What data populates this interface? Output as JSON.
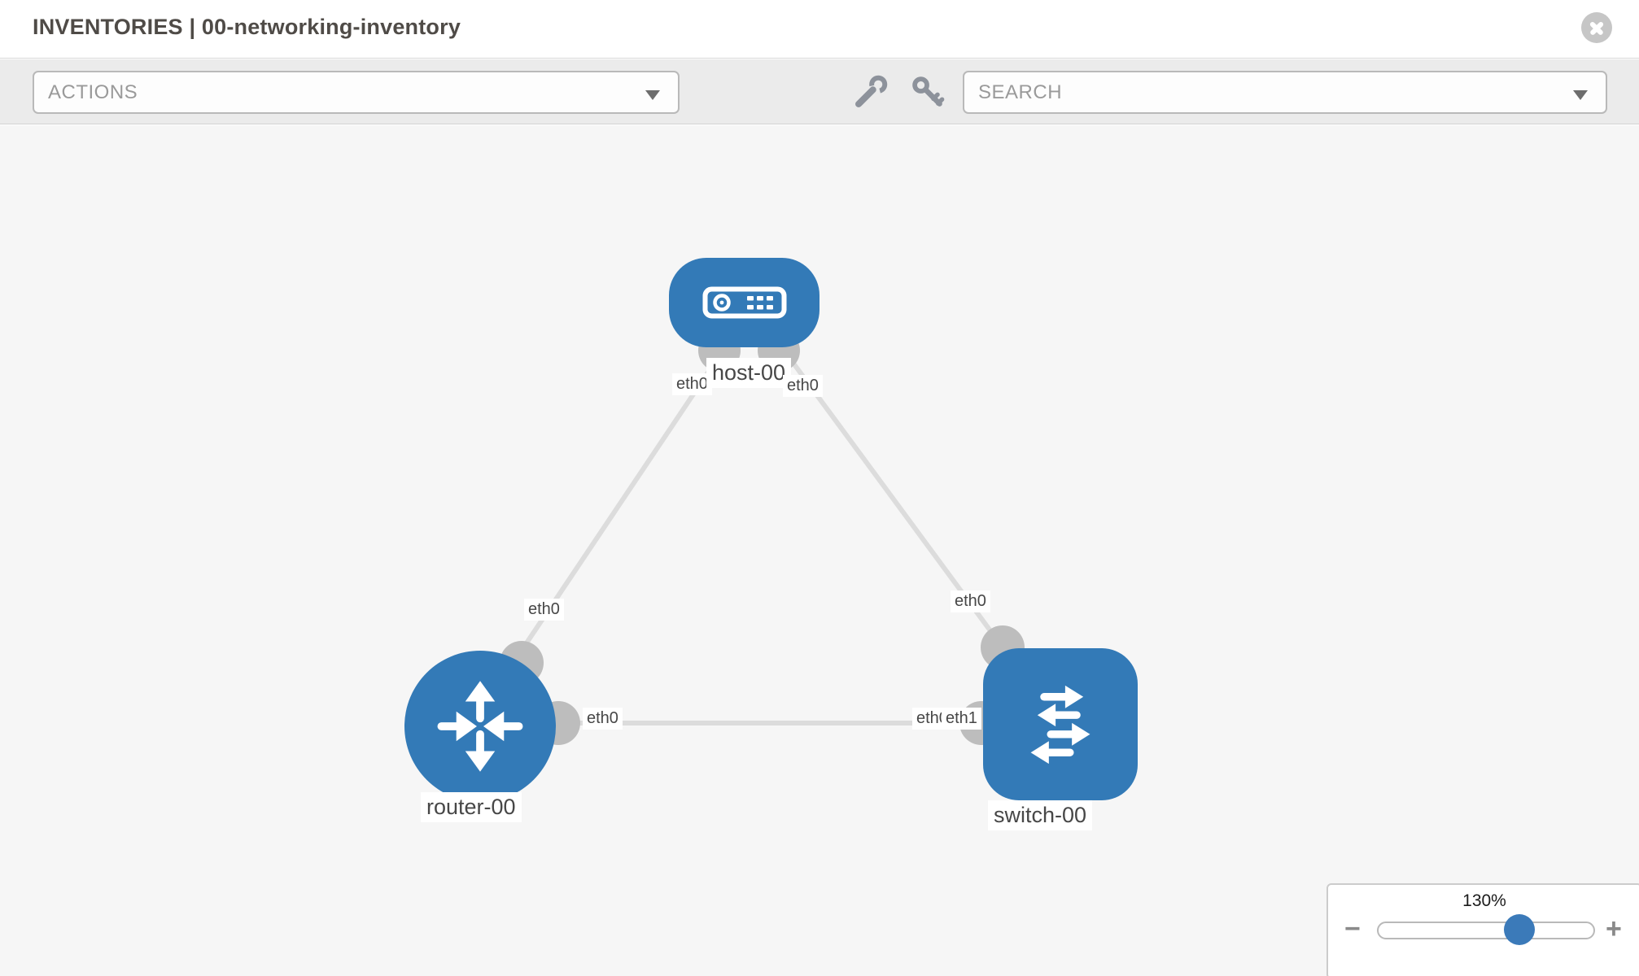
{
  "header": {
    "title": "INVENTORIES | 00-networking-inventory"
  },
  "toolbar": {
    "actions_label": "ACTIONS",
    "search_label": "SEARCH"
  },
  "topology": {
    "nodes": [
      {
        "id": "host-00",
        "label": "host-00",
        "type": "host",
        "icon": "server-icon"
      },
      {
        "id": "router-00",
        "label": "router-00",
        "type": "router",
        "icon": "router-arrows-icon"
      },
      {
        "id": "switch-00",
        "label": "switch-00",
        "type": "switch",
        "icon": "switch-arrows-icon"
      }
    ],
    "links": [
      {
        "from": "host-00",
        "to": "router-00",
        "from_interface": "eth0",
        "to_interface": "eth0"
      },
      {
        "from": "router-00",
        "to": "switch-00",
        "from_interface": "eth0",
        "to_interface": "eth1",
        "to_interface_overlapped": "eth0"
      },
      {
        "from": "host-00",
        "to": "switch-00",
        "from_interface": "eth0",
        "to_interface": "eth0"
      }
    ],
    "colors": {
      "node_fill": "#337ab7",
      "link_stroke": "#dcdcdc",
      "endpoint_fill": "#bdbdbd",
      "label_background": "#ffffff"
    }
  },
  "zoom_control": {
    "level": "130%",
    "minus_label": "−",
    "plus_label": "+"
  }
}
